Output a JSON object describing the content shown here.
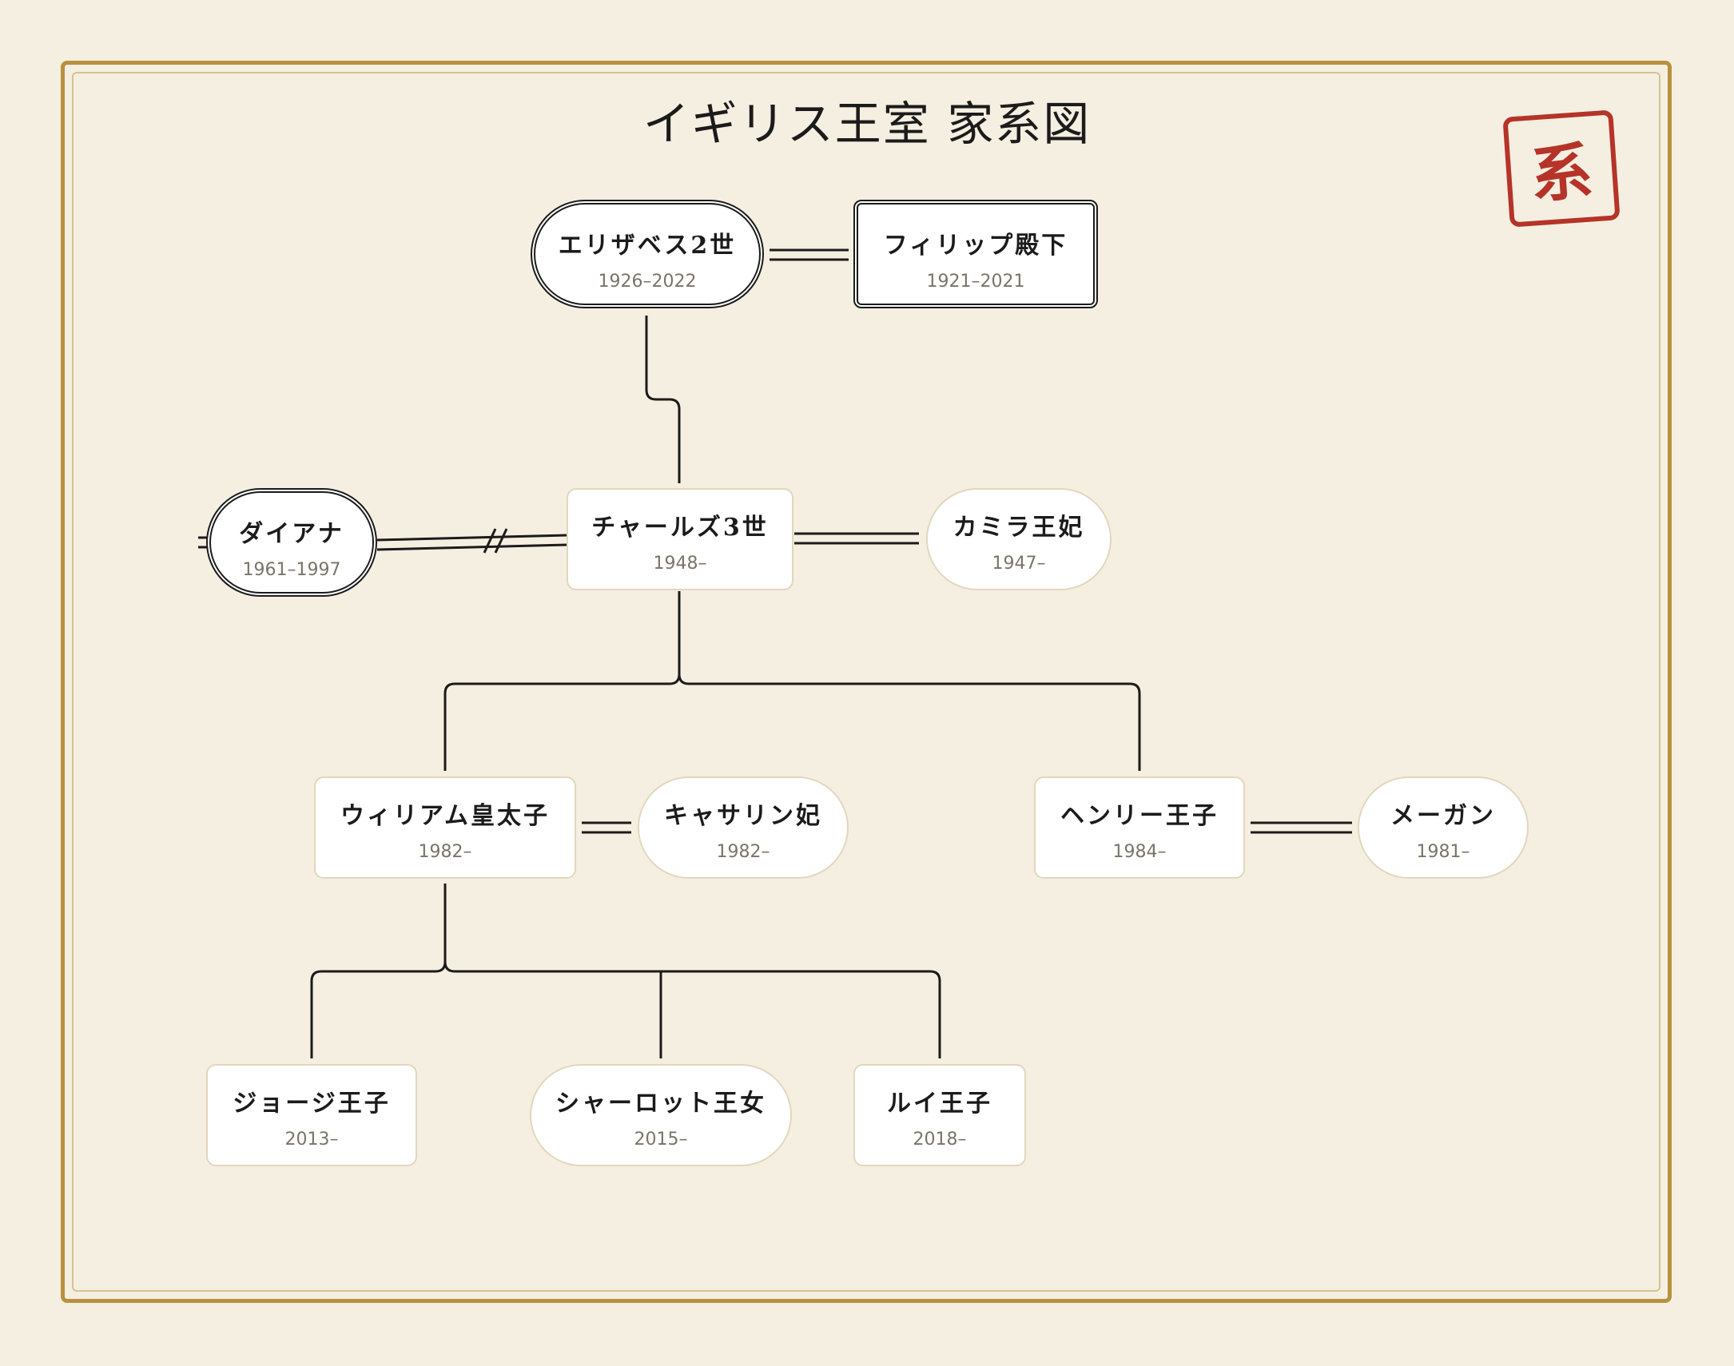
{
  "title": "イギリス王室 家系図",
  "seal": "系",
  "colors": {
    "background": "#f4efe1",
    "frame": "#b8913f",
    "seal": "#b53328",
    "line": "#1b1b1b"
  },
  "people": {
    "elizabeth": {
      "name": "エリザベス2世",
      "years": "1926–2022"
    },
    "philip": {
      "name": "フィリップ殿下",
      "years": "1921–2021"
    },
    "diana": {
      "name": "ダイアナ",
      "years": "1961–1997"
    },
    "charles": {
      "name": "チャールズ3世",
      "years": "1948–"
    },
    "camilla": {
      "name": "カミラ王妃",
      "years": "1947–"
    },
    "william": {
      "name": "ウィリアム皇太子",
      "years": "1982–"
    },
    "catherine": {
      "name": "キャサリン妃",
      "years": "1982–"
    },
    "harry": {
      "name": "ヘンリー王子",
      "years": "1984–"
    },
    "meghan": {
      "name": "メーガン",
      "years": "1981–"
    },
    "george": {
      "name": "ジョージ王子",
      "years": "2013–"
    },
    "charlotte": {
      "name": "シャーロット王女",
      "years": "2015–"
    },
    "louis": {
      "name": "ルイ王子",
      "years": "2018–"
    }
  }
}
